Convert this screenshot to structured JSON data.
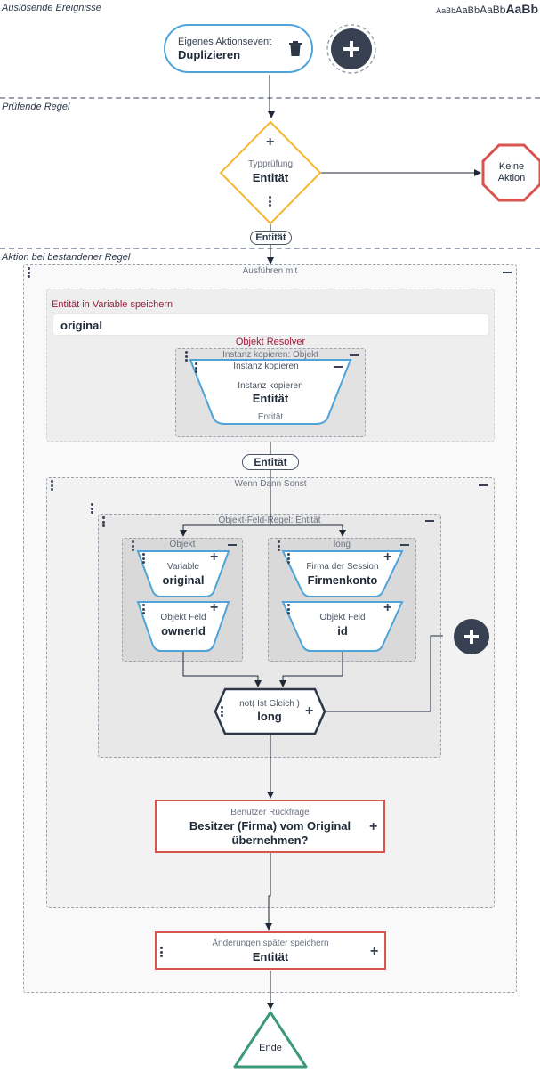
{
  "sections": {
    "trigger": "Auslösende Ereignisse",
    "rule": "Prüfende Regel",
    "action": "Aktion bei bestandener Regel"
  },
  "font_samples": [
    "AaBb",
    "AaBb",
    "AaBb",
    "AaBb"
  ],
  "trigger_node": {
    "subtitle": "Eigenes Aktionsevent",
    "title": "Duplizieren"
  },
  "rule_node": {
    "subtitle": "Typprüfung",
    "title": "Entität"
  },
  "no_action": {
    "line1": "Keine",
    "line2": "Aktion"
  },
  "entity_tag_1": "Entität",
  "execute_group": {
    "title": "Ausführen mit"
  },
  "save_var": {
    "title": "Entität in Variable speichern",
    "value": "original"
  },
  "resolver": {
    "title": "Objekt Resolver",
    "group_title": "Instanz kopieren: Objekt",
    "header": "Instanz kopieren",
    "subtitle": "Instanz kopieren",
    "value": "Entität",
    "footer": "Entität"
  },
  "entity_tag_2": "Entität",
  "wds_group": {
    "title": "Wenn Dann Sonst"
  },
  "field_rule": {
    "title": "Objekt-Feld-Regel: Entität",
    "left": {
      "title": "Objekt",
      "top_sub": "Variable",
      "top_val": "original",
      "bot_sub": "Objekt Feld",
      "bot_val": "ownerId"
    },
    "right": {
      "title": "long",
      "top_sub": "Firma der Session",
      "top_val": "Firmenkonto",
      "bot_sub": "Objekt Feld",
      "bot_val": "id"
    }
  },
  "compare": {
    "subtitle": "not( Ist Gleich )",
    "title": "long"
  },
  "question": {
    "subtitle": "Benutzer Rückfrage",
    "line1": "Besitzer (Firma) vom Original",
    "line2": "übernehmen?"
  },
  "save_later": {
    "subtitle": "Änderungen später speichern",
    "title": "Entität"
  },
  "end": "Ende",
  "icons": [
    "trash-icon",
    "plus-icon",
    "minus-icon",
    "drag-dots-icon"
  ],
  "colors": {
    "blue": "#4fa3d9",
    "orange": "#f5b731",
    "red": "#d9534f",
    "green": "#3a9a7a",
    "dark": "#2d3748"
  }
}
